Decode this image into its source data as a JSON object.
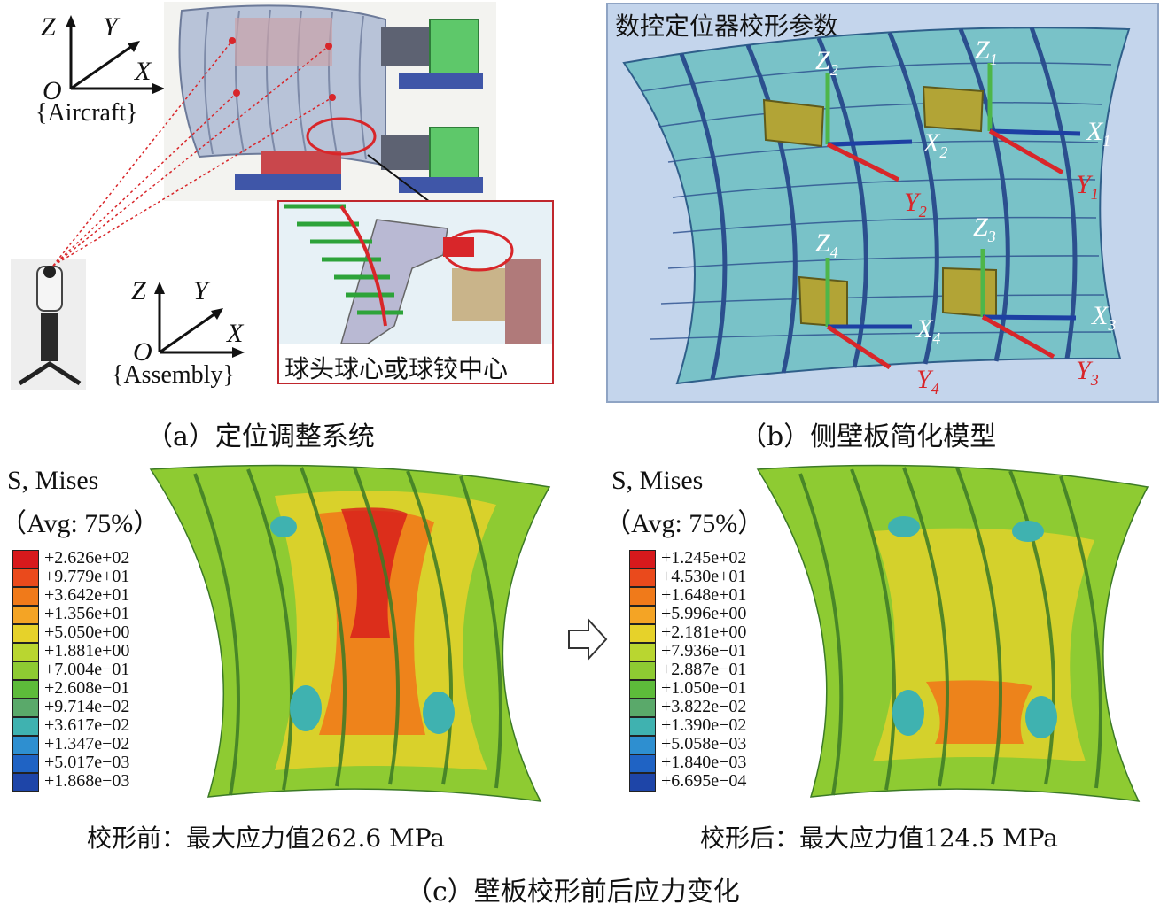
{
  "panel_a": {
    "frame_aircraft": {
      "z": "Z",
      "y": "Y",
      "x": "X",
      "o": "O",
      "name": "{Aircraft}"
    },
    "frame_assembly": {
      "z": "Z",
      "y": "Y",
      "x": "X",
      "o": "O",
      "name": "{Assembly}"
    },
    "inset_caption": "球头球心或球铰中心",
    "caption": "（a）定位调整系统"
  },
  "panel_b": {
    "title": "数控定位器校形参数",
    "caption": "（b）侧壁板简化模型",
    "frames": [
      {
        "z": "Z",
        "z_sub": "2",
        "x": "X",
        "x_sub": "2",
        "y": "Y",
        "y_sub": "2"
      },
      {
        "z": "Z",
        "z_sub": "1",
        "x": "X",
        "x_sub": "1",
        "y": "Y",
        "y_sub": "1"
      },
      {
        "z": "Z",
        "z_sub": "4",
        "x": "X",
        "x_sub": "4",
        "y": "Y",
        "y_sub": "4"
      },
      {
        "z": "Z",
        "z_sub": "3",
        "x": "X",
        "x_sub": "3",
        "y": "Y",
        "y_sub": "3"
      }
    ]
  },
  "panel_c": {
    "caption": "（c）壁板校形前后应力变化",
    "colors": [
      "#d7191c",
      "#ea4a1c",
      "#f07a1a",
      "#f4a425",
      "#e6d22a",
      "#b9d630",
      "#8ecb32",
      "#5dbb3a",
      "#5aa96a",
      "#3fb2b0",
      "#2e8fd0",
      "#1f63c4",
      "#1e45a8"
    ],
    "before": {
      "legend_title": "S, Mises",
      "legend_avg": "（Avg: 75%）",
      "values": [
        "+2.626e+02",
        "+9.779e+01",
        "+3.642e+01",
        "+1.356e+01",
        "+5.050e+00",
        "+1.881e+00",
        "+7.004e−01",
        "+2.608e−01",
        "+9.714e−02",
        "+3.617e−02",
        "+1.347e−02",
        "+5.017e−03",
        "+1.868e−03"
      ],
      "result": "校形前：最大应力值262.6 MPa"
    },
    "after": {
      "legend_title": "S, Mises",
      "legend_avg": "（Avg: 75%）",
      "values": [
        "+1.245e+02",
        "+4.530e+01",
        "+1.648e+01",
        "+5.996e+00",
        "+2.181e+00",
        "+7.936e−01",
        "+2.887e−01",
        "+1.050e−01",
        "+3.822e−02",
        "+1.390e−02",
        "+5.058e−03",
        "+1.840e−03",
        "+6.695e−04"
      ],
      "result": "校形后：最大应力值124.5 MPa"
    }
  }
}
